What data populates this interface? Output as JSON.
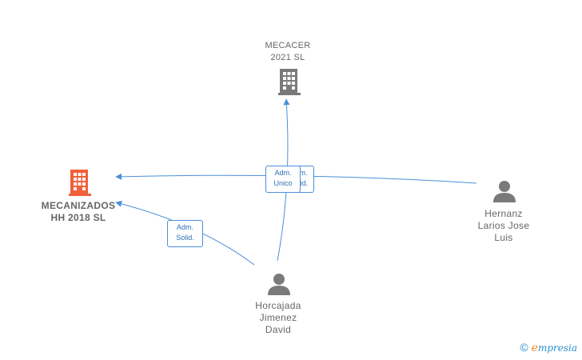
{
  "nodes": {
    "mecacer": {
      "line1": "MECACER",
      "line2": "2021  SL"
    },
    "mecanizados": {
      "line1": "MECANIZADOS",
      "line2": "HH 2018  SL"
    },
    "hernanz": {
      "line1": "Hernanz",
      "line2": "Larios Jose",
      "line3": "Luis"
    },
    "horcajada": {
      "line1": "Horcajada",
      "line2": "Jimenez",
      "line3": "David"
    }
  },
  "edge_labels": {
    "adm_unico": {
      "line1": "Adm.",
      "line2": "Unico"
    },
    "adm_solid_hidden": {
      "line1": "Adm.",
      "line2": "Solid."
    },
    "adm_solid": {
      "line1": "Adm.",
      "line2": "Solid."
    }
  },
  "footer": {
    "copyright": "©",
    "brand_e": "e",
    "brand_rest": "mpresia"
  },
  "colors": {
    "edge": "#4a90d9",
    "company_main": "#f0603a",
    "company_other": "#7a7a7a",
    "person": "#7a7a7a"
  }
}
